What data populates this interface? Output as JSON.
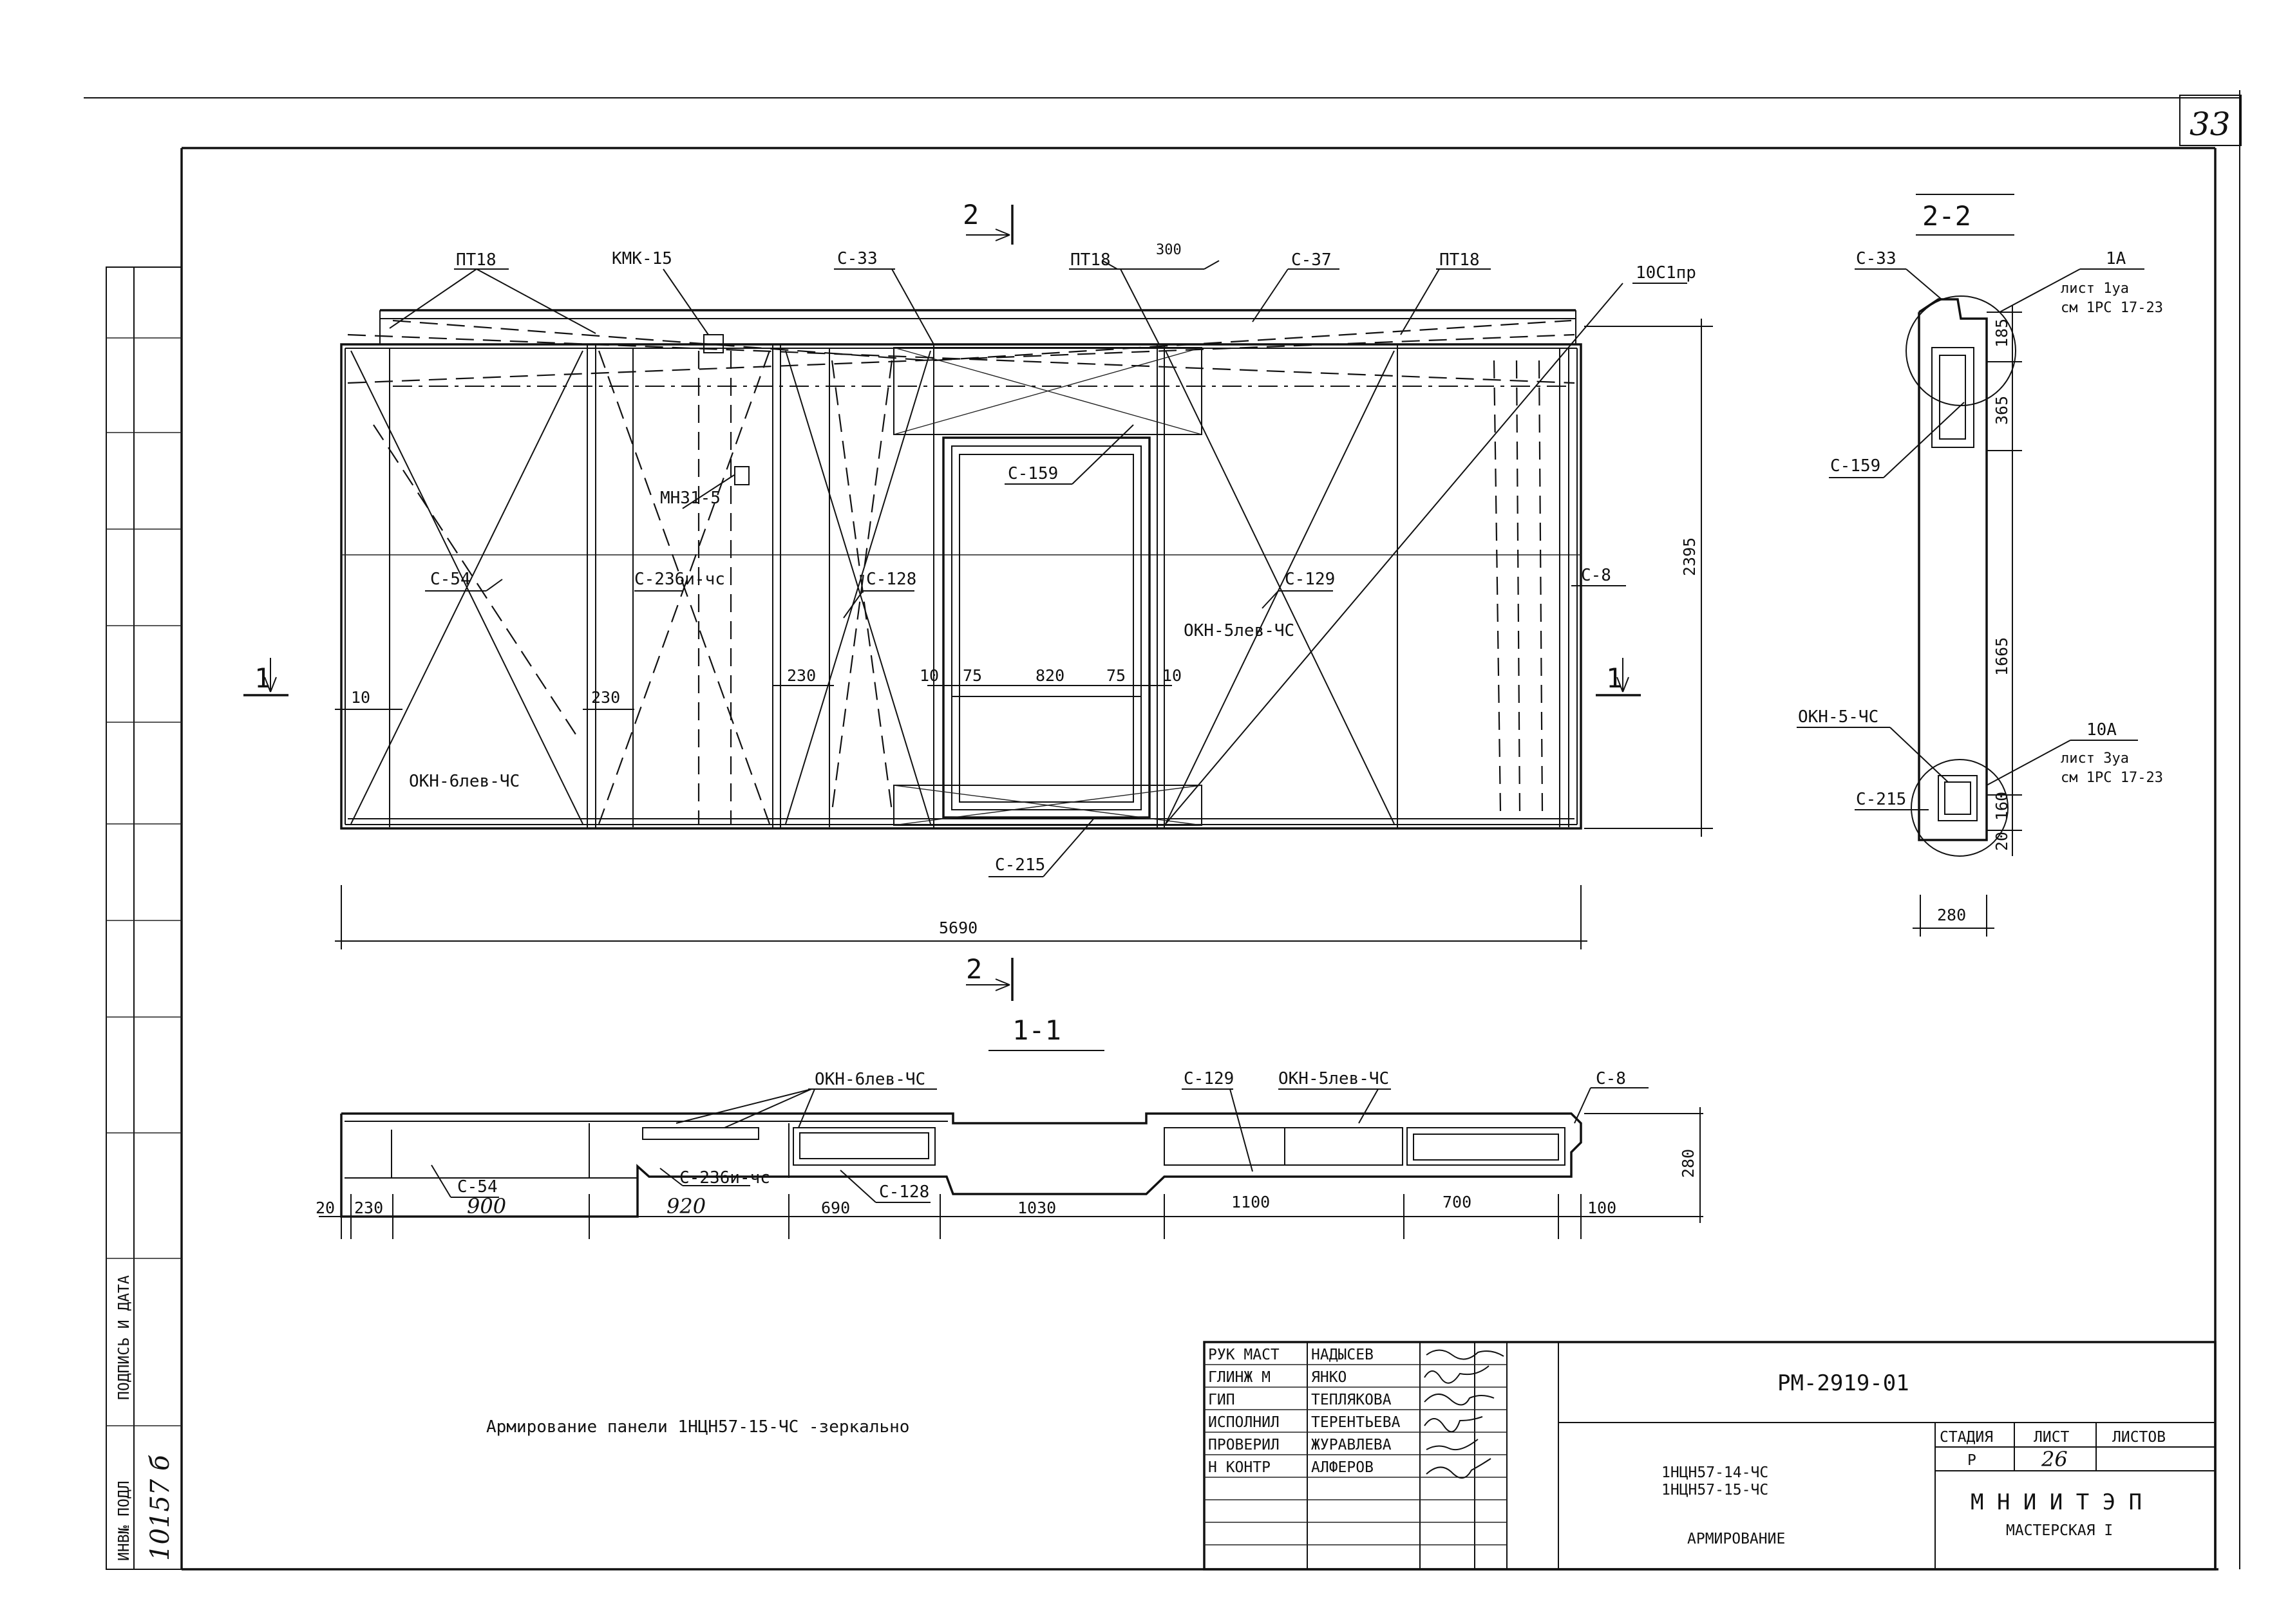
{
  "sheet": {
    "page_number": "33",
    "caption": "Армирование панели 1НЦН57-15-ЧС -зеркально",
    "section_2_top": "2",
    "section_2_bottom": "2",
    "section_1_left": "1",
    "section_1_right": "1",
    "section_11_title": "1-1",
    "section_22_title": "2-2"
  },
  "elevation": {
    "labels": {
      "pt18_a": "ПТ18",
      "kmk15": "КМК-15",
      "c33": "С-33",
      "pt18_b": "ПТ18",
      "dim300": "300",
      "c37": "С-37",
      "pt18_c": "ПТ18",
      "c10": "10С1пр",
      "mn31": "МН31-5",
      "c159": "С-159",
      "c54": "С-54",
      "c236": "С-236и-чс",
      "c128": "С-128",
      "c129": "С-129",
      "c8": "С-8",
      "okn5": "ОКН-5лев-ЧС",
      "okn6": "ОКН-6лев-ЧС",
      "c215": "С-215"
    },
    "dims": {
      "d10a": "10",
      "d230a": "230",
      "d230b": "230",
      "d10b": "10",
      "d75a": "75",
      "d820": "820",
      "d75b": "75",
      "d10c": "10",
      "height": "2395",
      "length": "5690"
    }
  },
  "section22": {
    "labels": {
      "c33": "С-33",
      "c159": "С-159",
      "okn5": "ОКН-5-ЧС",
      "c215": "С-215",
      "node1": "1А",
      "node1_ref1": "лист 1уа",
      "node1_ref2": "см 1РС 17-23",
      "node10": "10А",
      "node10_ref1": "лист 3уа",
      "node10_ref2": "см 1РС 17-23"
    },
    "dims": {
      "d185": "185",
      "d365": "365",
      "d1665": "1665",
      "d160": "160",
      "d20": "20",
      "d280": "280"
    }
  },
  "section11": {
    "labels": {
      "okn6": "ОКН-6лев-ЧС",
      "c129": "С-129",
      "okn5": "ОКН-5лев-ЧС",
      "c8": "С-8",
      "c54": "С-54",
      "c236": "С-236и-чс",
      "c128": "С-128"
    },
    "dims": {
      "d20": "20",
      "d230": "230",
      "d900": "900",
      "d920": "920",
      "d690": "690",
      "d1030": "1030",
      "d1100": "1100",
      "d700": "700",
      "d100": "100",
      "d280": "280"
    }
  },
  "title_block": {
    "roles": [
      "РУК МАСТ",
      "ГЛИНЖ М",
      "ГИП",
      "ИСПОЛНИЛ",
      "ПРОВЕРИЛ",
      "Н КОНТР"
    ],
    "names": [
      "НАДЫСЕВ",
      "ЯНКО",
      "ТЕПЛЯКОВА",
      "ТЕРЕНТЬЕВА",
      "ЖУРАВЛЕВА",
      "АЛФЕРОВ"
    ],
    "doc_code": "РМ-2919-01",
    "product1": "1НЦН57-14-ЧС",
    "product2": "1НЦН57-15-ЧС",
    "subject": "АРМИРОВАНИЕ",
    "stage_hdr": "СТАДИЯ",
    "sheet_hdr": "ЛИСТ",
    "sheets_hdr": "ЛИСТОВ",
    "stage": "Р",
    "sheet_no": "26",
    "org": "М Н И И Т Э П",
    "workshop": "МАСТЕРСКАЯ I"
  },
  "left_strip": {
    "inv_label": "ИНВ№ ПОДЛ",
    "sign_label": "ПОДПИСЬ И ДАТА",
    "inv_number": "10157 б"
  }
}
